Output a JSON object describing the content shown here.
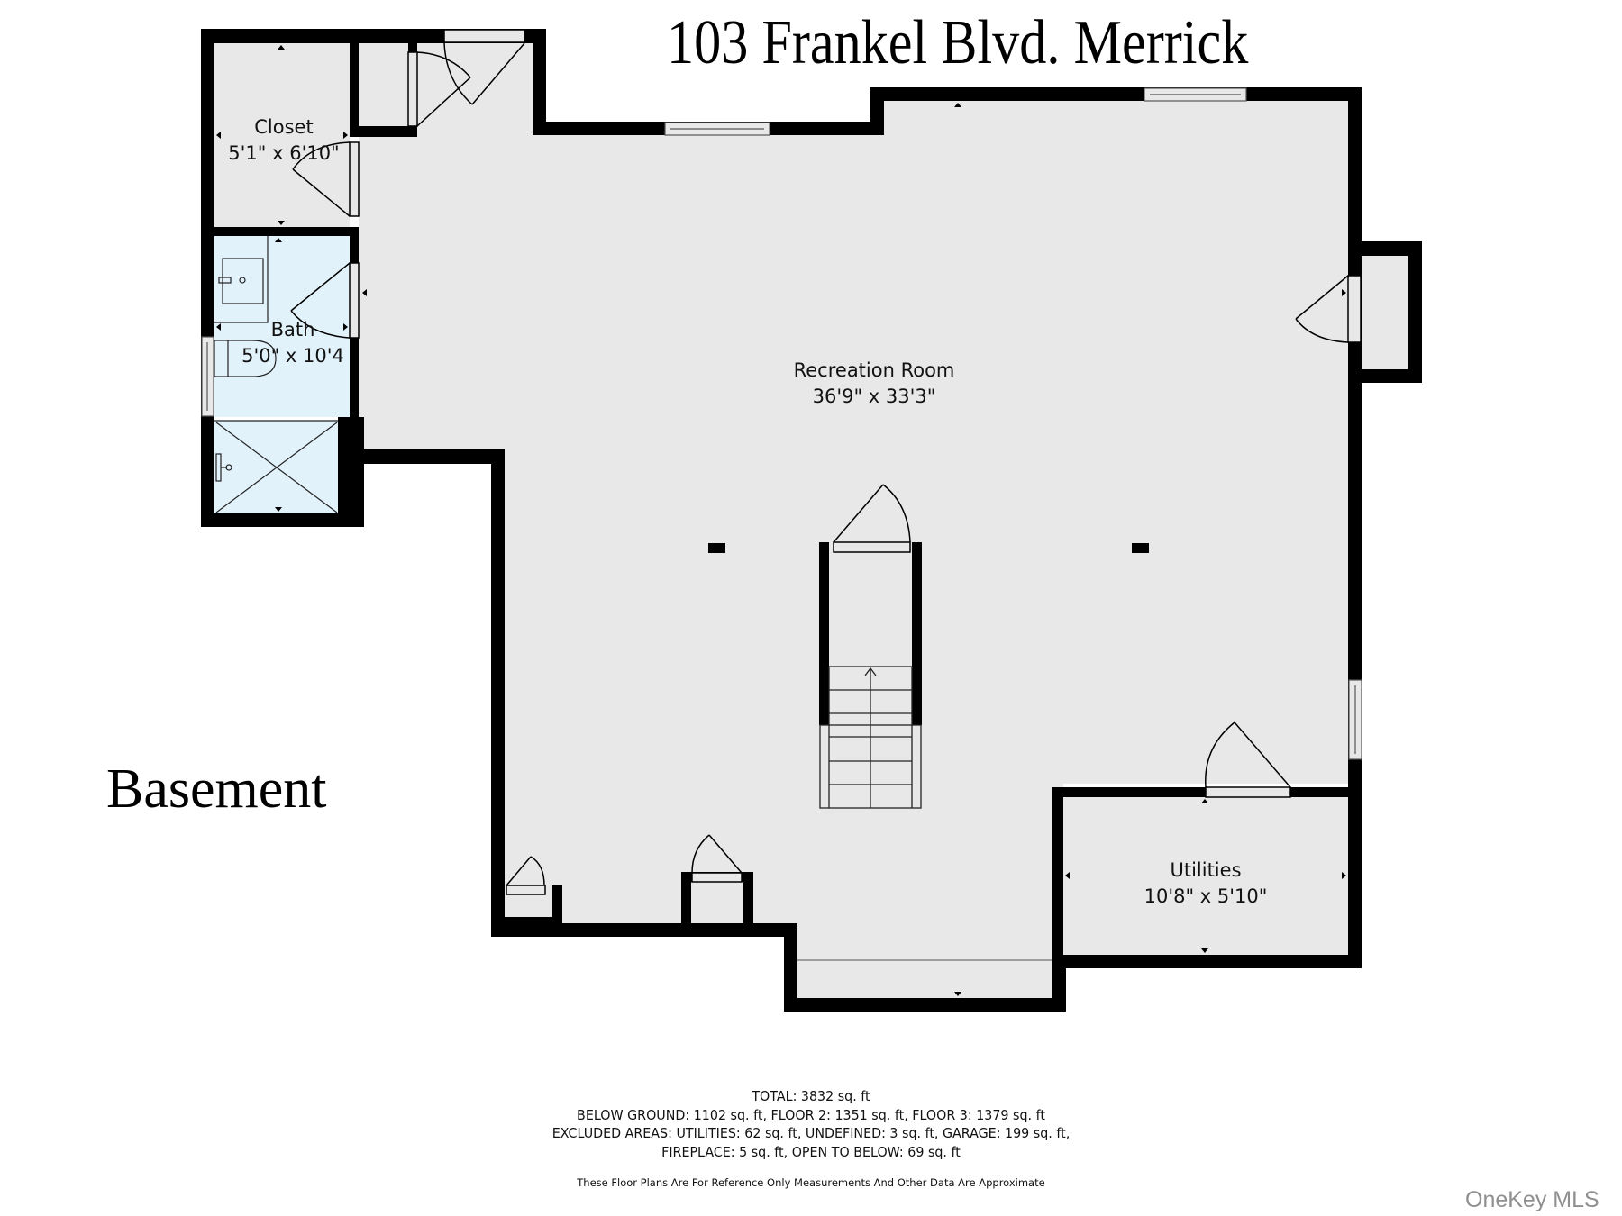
{
  "header": {
    "address": "103 Frankel Blvd. Merrick"
  },
  "floor": {
    "name": "Basement"
  },
  "rooms": {
    "closet": {
      "name": "Closet",
      "dims": "5'1\" x 6'10\""
    },
    "bath": {
      "name": "Bath",
      "dims": "5'0\" x 10'4"
    },
    "recreation": {
      "name": "Recreation Room",
      "dims": "36'9\" x 33'3\""
    },
    "utilities": {
      "name": "Utilities",
      "dims": "10'8\" x 5'10\""
    }
  },
  "summary": {
    "lines": [
      "TOTAL: 3832 sq. ft",
      "BELOW GROUND: 1102 sq. ft, FLOOR 2: 1351 sq. ft, FLOOR 3: 1379 sq. ft",
      "EXCLUDED AREAS: UTILITIES: 62 sq. ft, UNDEFINED: 3 sq. ft, GARAGE: 199 sq. ft,",
      "FIREPLACE: 5 sq. ft, OPEN TO BELOW: 69 sq. ft"
    ],
    "disclaimer": "These Floor Plans Are For Reference Only Measurements And Other Data Are Approximate"
  },
  "watermark": "OneKey MLS",
  "colors": {
    "wall": "#000000",
    "floor_fill": "#e8e8e8",
    "bath_fill": "#e2f2fb",
    "background": "#ffffff",
    "watermark": "#8f8f8f"
  }
}
